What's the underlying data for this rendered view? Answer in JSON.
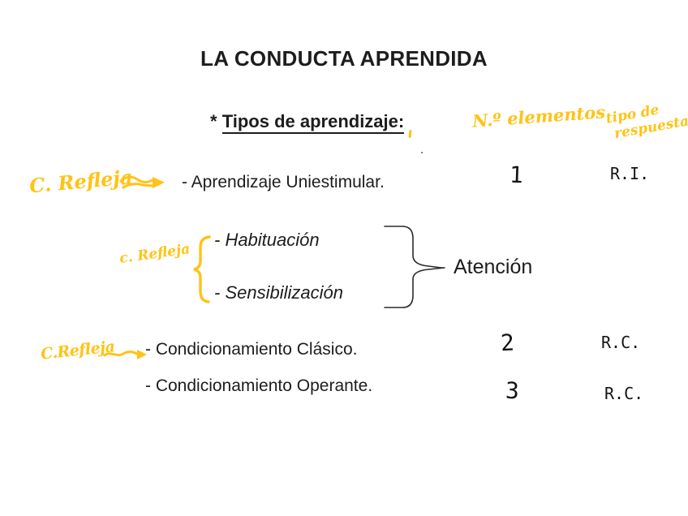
{
  "colors": {
    "ink": "#1d1d1d",
    "marker_yellow": "#FFC316"
  },
  "title": "LA CONDUCTA APRENDIDA",
  "heading": {
    "star": "*",
    "text": "Tipos de aprendizaje:"
  },
  "stray_dot": ".",
  "column_headers": {
    "elements": "N.º elementos",
    "response_line1": "tipo de",
    "response_line2": "respuesta"
  },
  "marker_notes": {
    "reflex_1": "C. Refleja",
    "reflex_2": "c. Refleja",
    "reflex_3": "C.Refleja"
  },
  "list": {
    "uniestimular": "- Aprendizaje Uniestimular.",
    "habituacion": "- Habituación",
    "sensibilizacion": "- Sensibilización",
    "clasico": "- Condicionamiento Clásico.",
    "operante": "- Condicionamiento Operante."
  },
  "attention_label": "Atención",
  "ink_notes": {
    "uniestimular_n": "1",
    "uniestimular_resp": "R.I.",
    "clasico_n": "2",
    "clasico_resp": "R.C.",
    "operante_n": "3",
    "operante_resp": "R.C."
  }
}
